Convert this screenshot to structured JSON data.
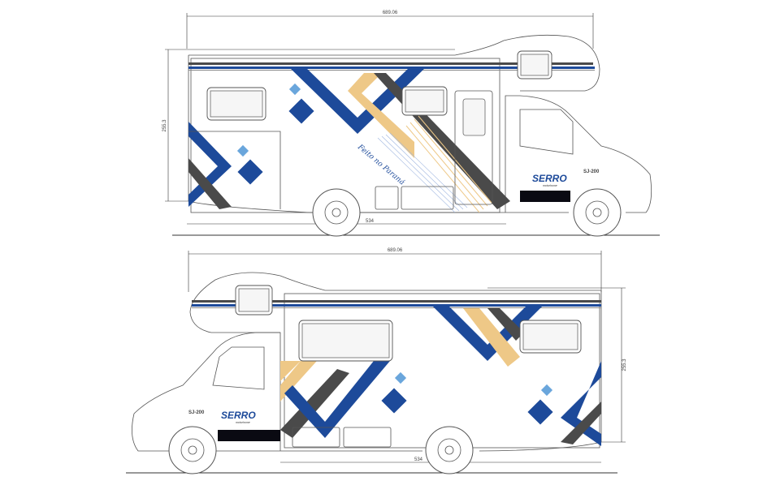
{
  "views": [
    {
      "name": "right-side",
      "overall_length": "689.06",
      "height": "255.3",
      "wheelbase": "534",
      "slogan": "Feito no Paraná",
      "brand": "SERRO",
      "brand_tagline": "motorhome",
      "model": "SJ-200"
    },
    {
      "name": "left-side",
      "overall_length": "689.06",
      "height": "255.3",
      "wheelbase": "534",
      "brand": "SERRO",
      "brand_tagline": "motorhome",
      "model": "SJ-200"
    }
  ],
  "colors": {
    "blue": "#1d4a9a",
    "light_blue": "#6aa6dc",
    "gold": "#eec887",
    "dark_gray": "#4a4a4a",
    "black": "#0a0a12"
  }
}
